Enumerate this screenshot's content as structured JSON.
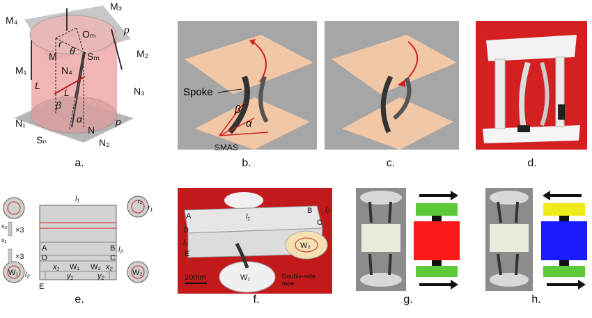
{
  "panel_a": {
    "caption": "a.",
    "labels": {
      "m4": "M₄",
      "m3": "M₃",
      "om": "Oₘ",
      "p_top": "p",
      "r": "r",
      "theta": "θ",
      "m": "M",
      "sm": "Sₘ",
      "m2": "M₂",
      "m1": "M₁",
      "n4": "N₄",
      "L1": "L",
      "L2": "L",
      "n3": "N₃",
      "beta": "β",
      "alpha": "α",
      "n1": "N₁",
      "sn": "Sₙ",
      "n": "N",
      "p_bot": "p",
      "n2": "N₂"
    }
  },
  "panel_b": {
    "caption": "b.",
    "spoke": "Spoke",
    "smas": "SMAS",
    "beta": "β",
    "alpha": "α"
  },
  "panel_c": {
    "caption": "c."
  },
  "panel_d": {
    "caption": "d."
  },
  "panel_e": {
    "caption": "e.",
    "l1": "l₁",
    "l2a": "l₂",
    "l2b": "l₂",
    "s2": "s₂",
    "s1": "s₁",
    "x3a": "×3",
    "x3b": "×3",
    "A": "A",
    "B": "B",
    "C": "C",
    "D": "D",
    "E": "E",
    "x1": "x₁",
    "x2": "x₂",
    "y1": "y₁",
    "y2": "y₂",
    "W1": "W₁",
    "W2": "W₂",
    "w1c": "W₁",
    "w2c": "W₂",
    "r1": "r₁",
    "r2": "r₂"
  },
  "panel_f": {
    "caption": "f.",
    "l1": "l₁",
    "l2a": "l₂",
    "l2b": "l₂",
    "A": "A",
    "B": "B",
    "C": "C",
    "D": "D",
    "E": "E",
    "W1": "W₁",
    "W2": "W₂",
    "scale": "20mm",
    "tape": "Double-side tape"
  },
  "panel_g": {
    "caption": "g.",
    "colors": {
      "top": "#5cc83a",
      "mid": "#ff1a1a",
      "bot": "#5cc83a"
    }
  },
  "panel_h": {
    "caption": "h.",
    "colors": {
      "top": "#f0ea1a",
      "mid": "#1a1aff",
      "bot": "#5cc83a"
    }
  }
}
